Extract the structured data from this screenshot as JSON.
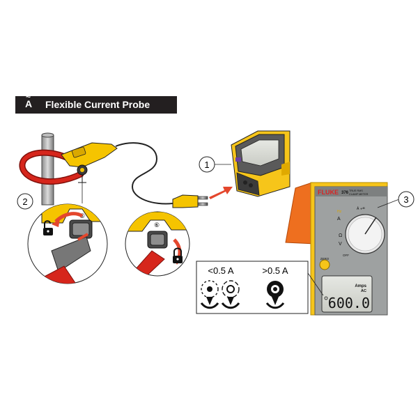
{
  "header": {
    "icon_letter": "A",
    "icon_tilde": "~",
    "title": "Flexible Current Probe"
  },
  "callouts": [
    "1",
    "2",
    "3"
  ],
  "meter": {
    "brand": "FLUKE",
    "model": "376",
    "model_sub_1": "TRUE RMS",
    "model_sub_2": "CLAMP METER",
    "hz": "Hz",
    "dial_a": "A",
    "dial_v": "V",
    "dial_ohm": "Ω",
    "dial_off": "OFF",
    "zero_label": "ZERO",
    "display_value": "600.0",
    "display_units_1": "Amps",
    "display_units_2": "AC"
  },
  "threshold": {
    "low": "<0.5 A",
    "high": ">0.5 A"
  },
  "colors": {
    "probe_yellow": "#f5c400",
    "coil_red": "#d6261c",
    "meter_orange": "#ee6f1f",
    "meter_yellow": "#f6c51a",
    "arrow_red": "#e4472d"
  }
}
